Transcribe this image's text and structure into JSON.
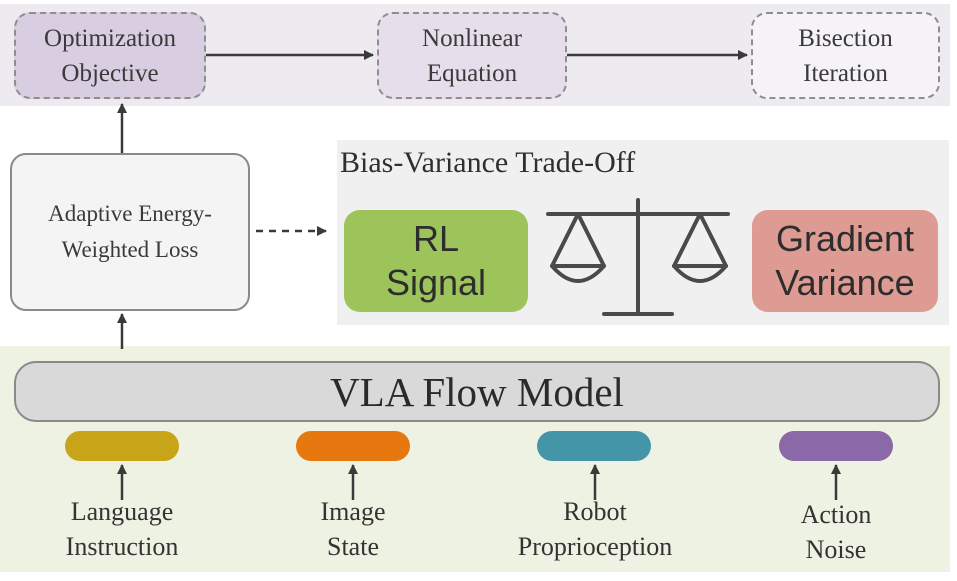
{
  "pipeline": {
    "steps": [
      {
        "line1": "Optimization",
        "line2": "Objective"
      },
      {
        "line1": "Nonlinear",
        "line2": "Equation"
      },
      {
        "line1": "Bisection",
        "line2": "Iteration"
      }
    ]
  },
  "loss": {
    "line1": "Adaptive Energy-",
    "line2": "Weighted Loss"
  },
  "tradeoff": {
    "title": "Bias-Variance Trade-Off",
    "left": {
      "line1": "RL",
      "line2": "Signal",
      "color": "#9dc45b"
    },
    "right": {
      "line1": "Gradient",
      "line2": "Variance",
      "color": "#dd9b94"
    },
    "scale_icon": "balance-scale-icon"
  },
  "model": {
    "label": "VLA Flow Model"
  },
  "inputs": [
    {
      "line1": "Language",
      "line2": "Instruction",
      "color": "#c8a418"
    },
    {
      "line1": "Image",
      "line2": "State",
      "color": "#e6780f"
    },
    {
      "line1": "Robot",
      "line2": "Proprioception",
      "color": "#4595a9"
    },
    {
      "line1": "Action",
      "line2": "Noise",
      "color": "#8b69a8"
    }
  ]
}
